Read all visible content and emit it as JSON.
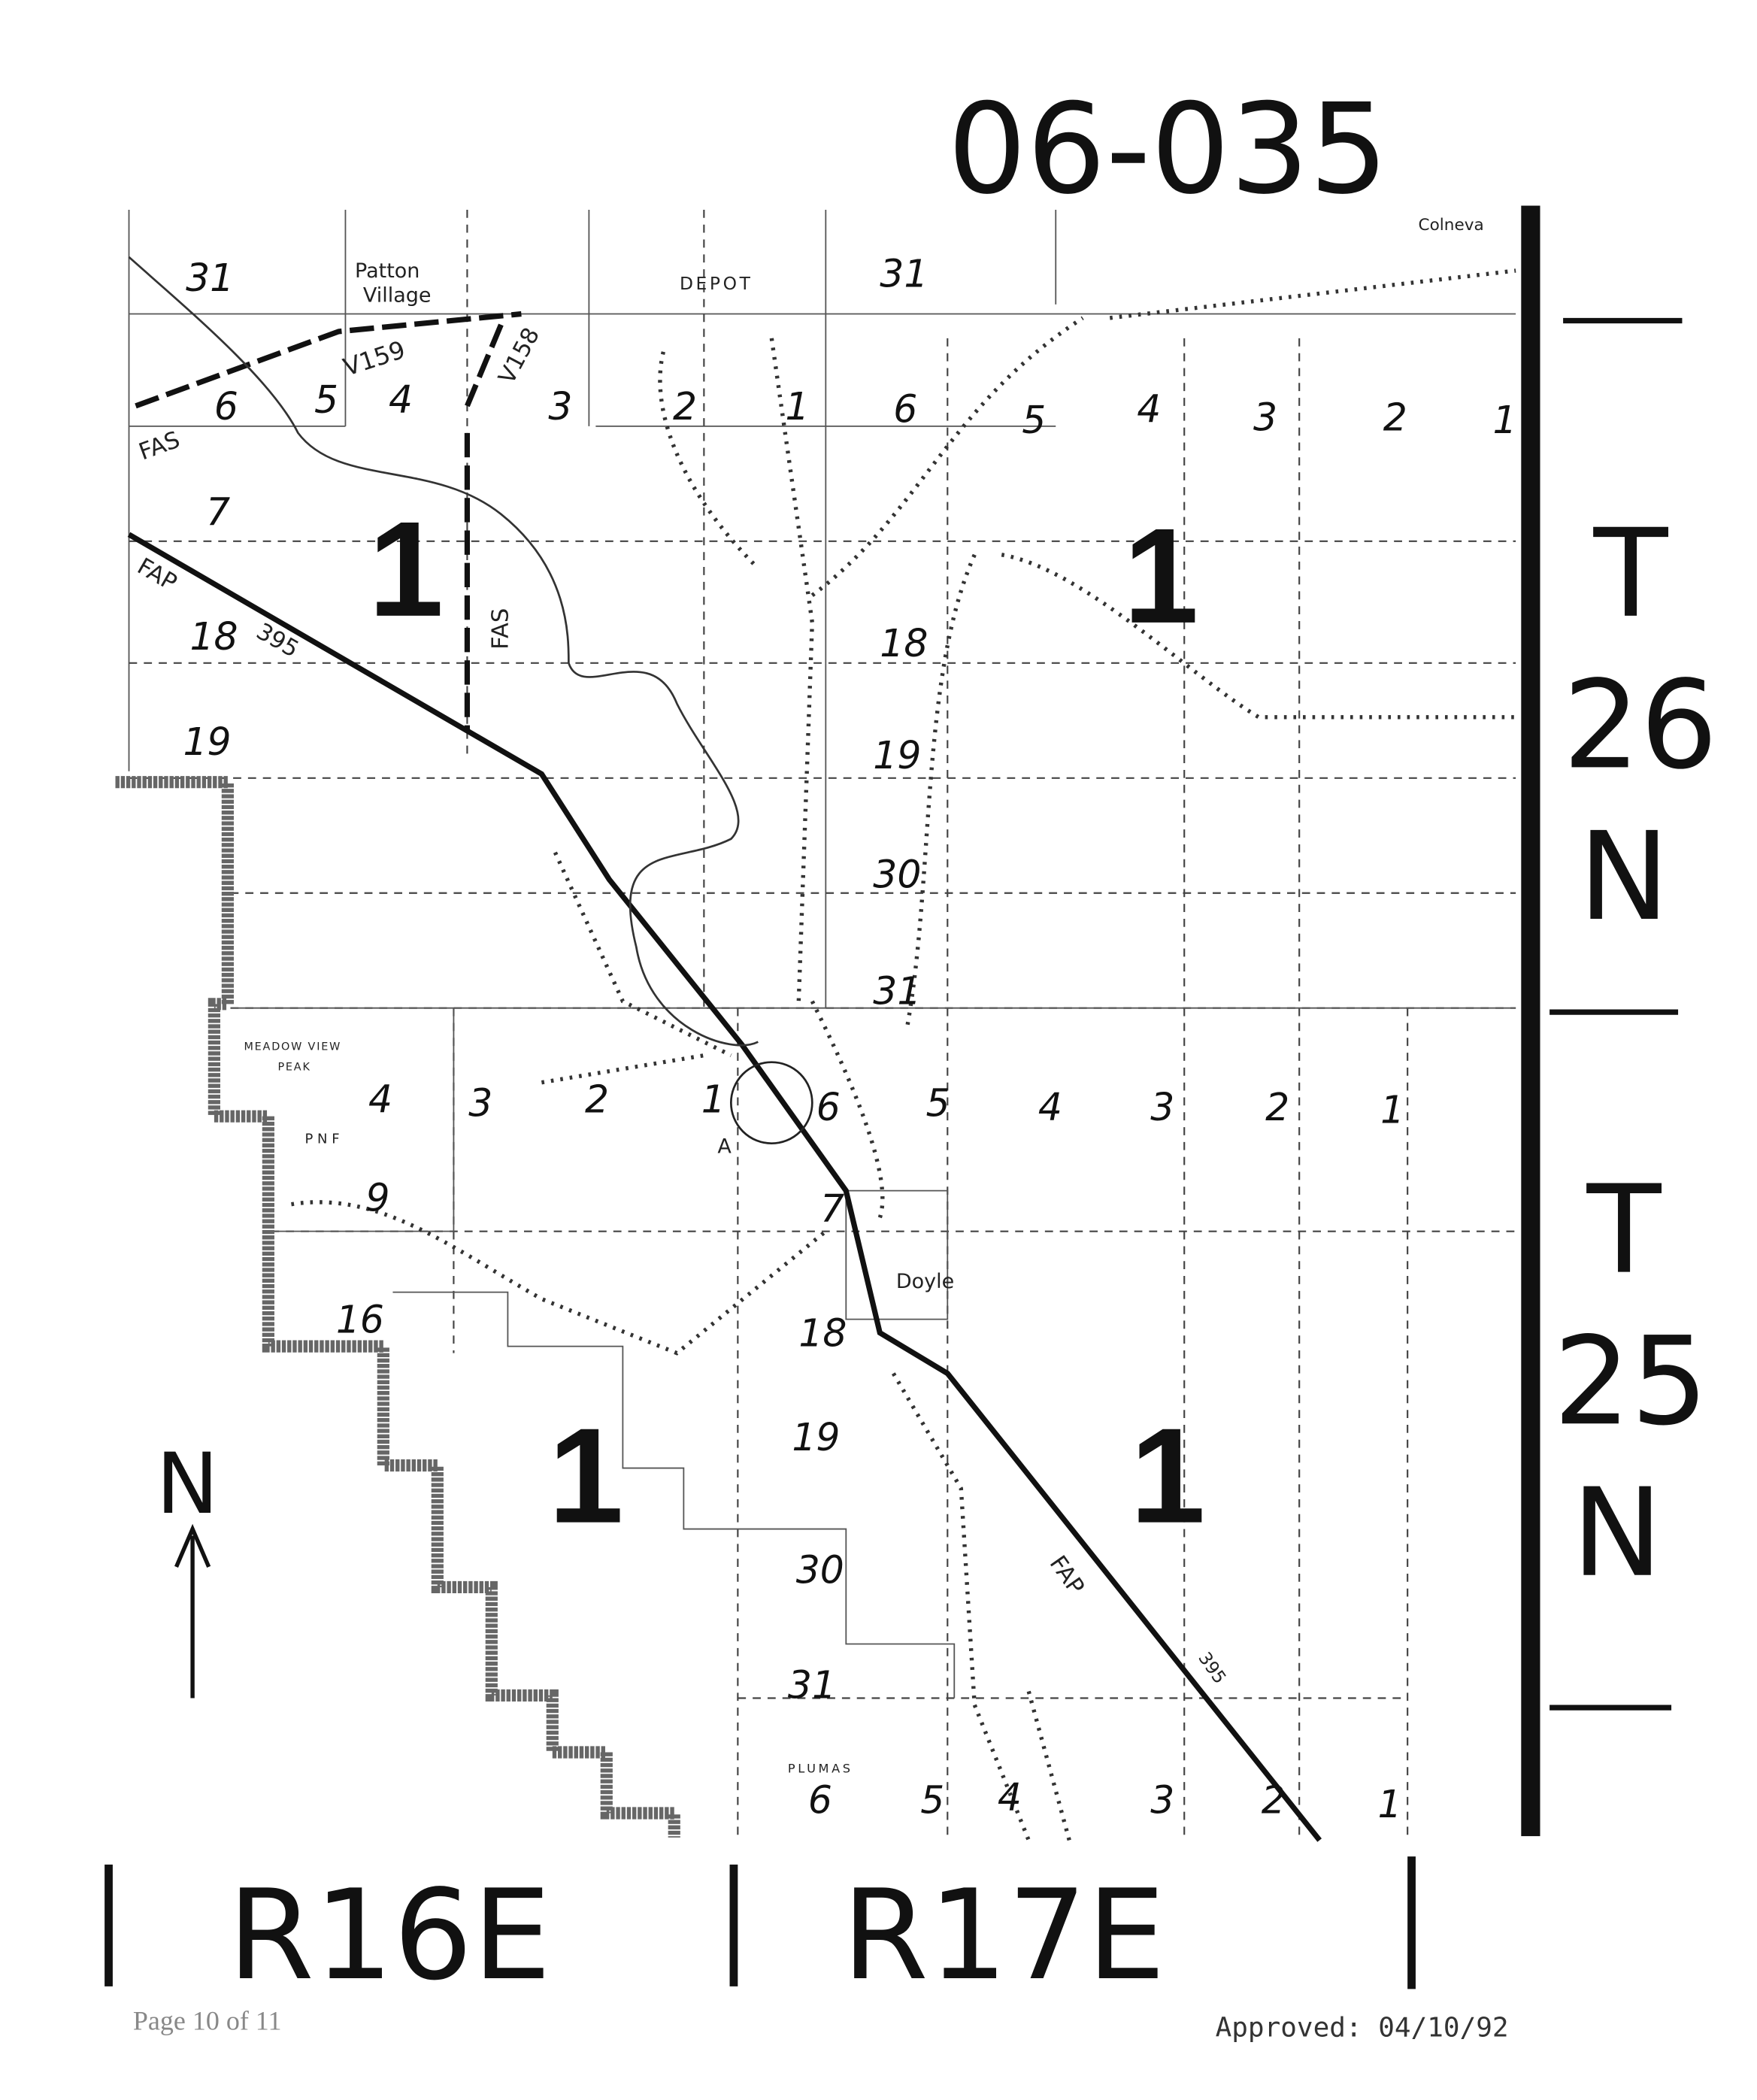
{
  "document_number": "06-035",
  "township_labels": [
    {
      "t": "T",
      "num": "26",
      "n": "N"
    },
    {
      "t": "T",
      "num": "25",
      "n": "N"
    }
  ],
  "range_labels": [
    "R16E",
    "R17E"
  ],
  "zone_numbers": [
    "1",
    "1",
    "1",
    "1"
  ],
  "sections": [
    "31",
    "6",
    "5",
    "4",
    "3",
    "2",
    "1",
    "6",
    "5",
    "4",
    "3",
    "2",
    "1",
    "31",
    "7",
    "18",
    "19",
    "18",
    "19",
    "30",
    "31",
    "4",
    "3",
    "2",
    "1",
    "6",
    "5",
    "4",
    "3",
    "2",
    "1",
    "9",
    "7",
    "16",
    "18",
    "19",
    "30",
    "31",
    "6",
    "5",
    "4",
    "3",
    "2",
    "1"
  ],
  "places": {
    "patton": "Patton",
    "village": "Village",
    "depot": "DEPOT",
    "colneva": "Colneva",
    "doyle": "Doyle",
    "plumas": "PLUMAS",
    "meadow_view": "MEADOW VIEW",
    "peak": "PEAK",
    "pnf": "P N F",
    "a": "A"
  },
  "roads": {
    "fas_west": "FAS",
    "fas_north": "FAS",
    "fap_north": "FAP",
    "r395_north": "395",
    "fap_south": "FAP",
    "r395_south": "395",
    "v159": "V159",
    "v158": "V158"
  },
  "north_arrow": "N",
  "footer": {
    "page": "Page 10 of 11",
    "approved": "Approved: 04/10/92"
  }
}
